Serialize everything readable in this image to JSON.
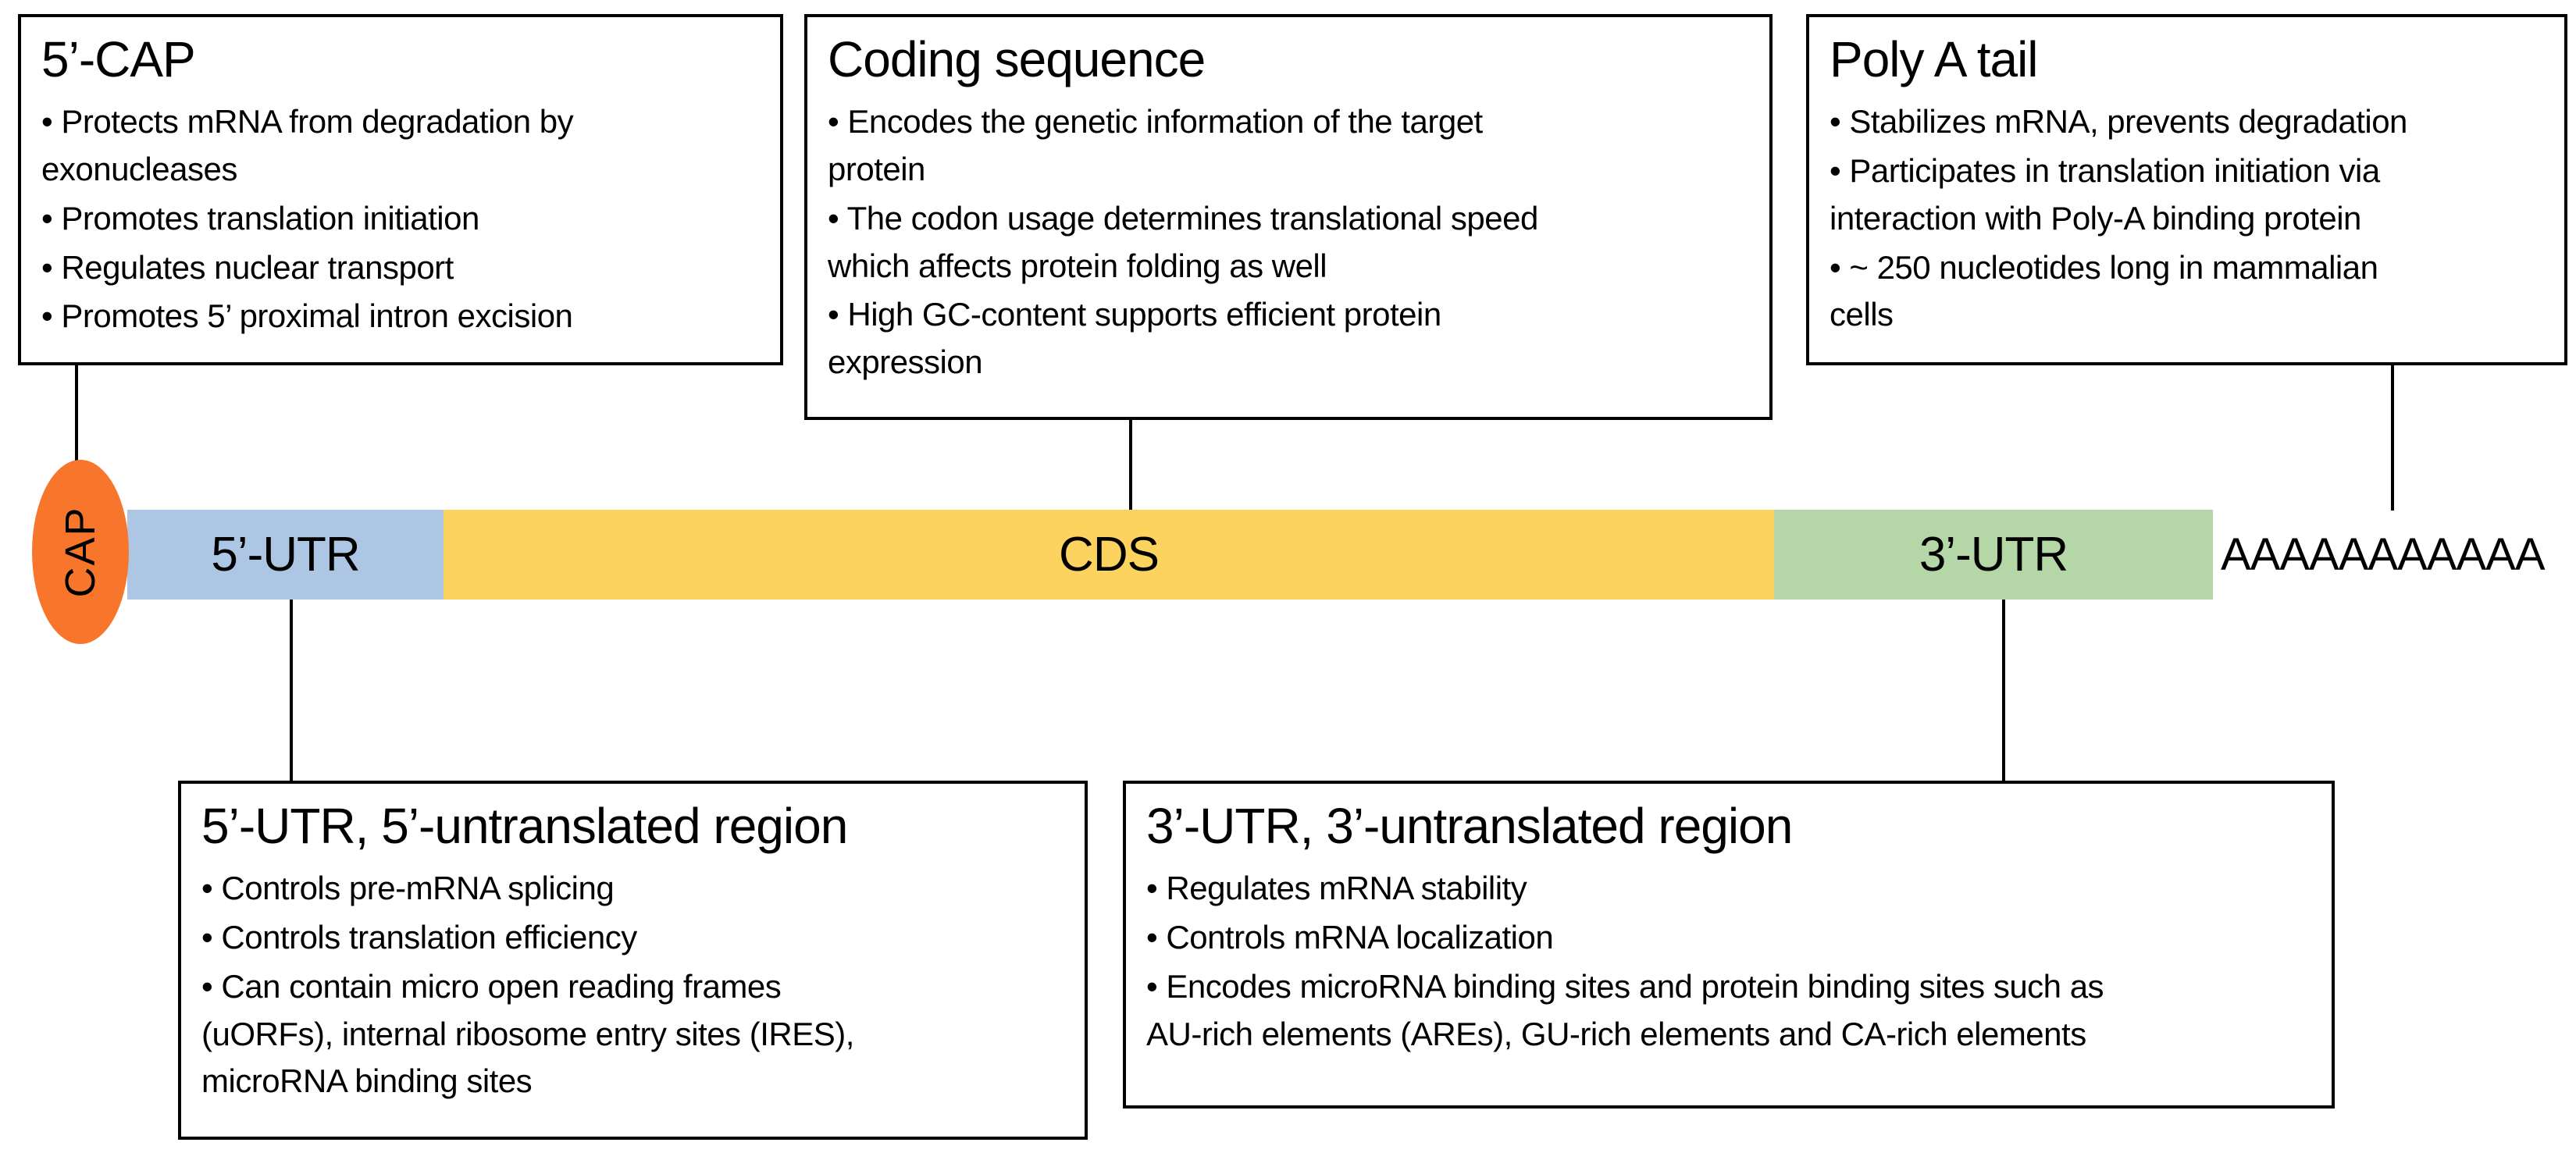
{
  "boxes": {
    "cap": {
      "title": "5’-CAP",
      "bullets": [
        "• Protects mRNA from degradation by\nexonucleases",
        "• Promotes translation initiation",
        "• Regulates nuclear transport",
        "• Promotes 5’ proximal intron excision"
      ]
    },
    "coding": {
      "title": "Coding sequence",
      "bullets": [
        "• Encodes the genetic information of the target\nprotein",
        "• The codon usage determines translational speed\nwhich affects protein folding as well",
        "• High GC-content supports efficient protein\nexpression"
      ]
    },
    "polya": {
      "title": "Poly A tail",
      "bullets": [
        "• Stabilizes mRNA, prevents degradation",
        "• Participates in translation initiation via\ninteraction with Poly-A binding protein",
        "• ~ 250 nucleotides long in mammalian\ncells"
      ]
    },
    "utr5": {
      "title": "5’-UTR, 5’-untranslated region",
      "bullets": [
        "• Controls pre-mRNA splicing",
        "• Controls translation efficiency",
        "• Can contain micro open reading frames\n(uORFs), internal ribosome entry sites (IRES),\nmicroRNA binding sites"
      ]
    },
    "utr3": {
      "title": "3’-UTR, 3’-untranslated region",
      "bullets": [
        "• Regulates mRNA stability",
        "• Controls mRNA localization",
        "• Encodes microRNA binding sites and protein binding sites such as\nAU-rich elements (AREs), GU-rich elements and CA-rich elements"
      ]
    }
  },
  "mrna": {
    "cap": {
      "label": "CAP",
      "color": "#f8762b"
    },
    "segments": [
      {
        "id": "utr5",
        "label": "5’-UTR",
        "color": "#adc6e4"
      },
      {
        "id": "cds",
        "label": "CDS",
        "color": "#fcd35f"
      },
      {
        "id": "utr3",
        "label": "3’-UTR",
        "color": "#b5d6a7"
      }
    ],
    "polya_tail_text": "AAAAAAAAAAA"
  },
  "colors": {
    "outline": "#000000",
    "text": "#000000",
    "background": "#ffffff"
  }
}
